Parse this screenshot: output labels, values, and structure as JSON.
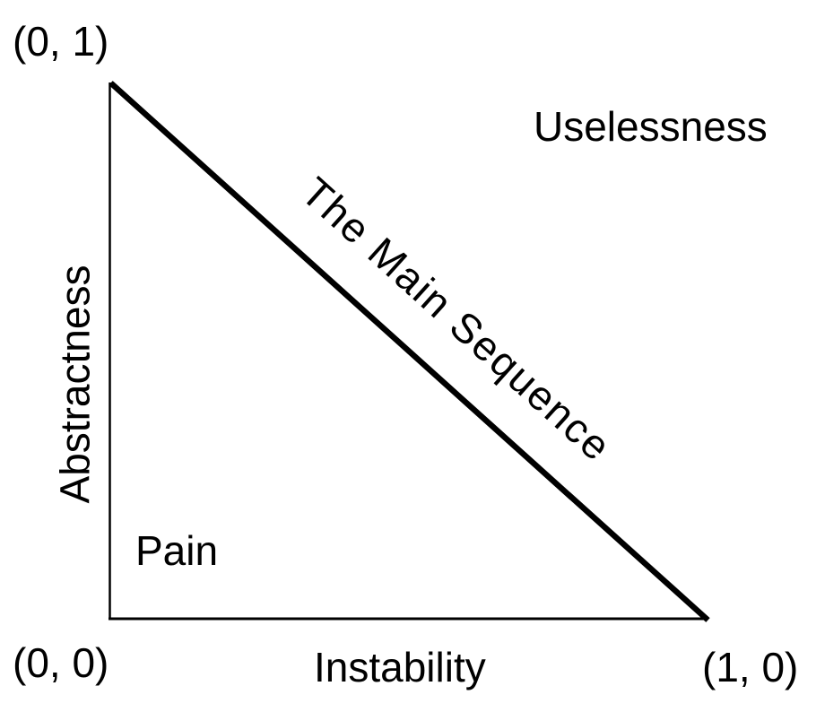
{
  "diagram": {
    "background_color": "#ffffff",
    "line_color": "#000000",
    "text_color": "#000000",
    "corner_labels": {
      "top_left": "(0, 1)",
      "bottom_left": "(0, 0)",
      "bottom_right": "(1, 0)"
    },
    "axis_labels": {
      "y": "Abstractness",
      "x": "Instability"
    },
    "region_labels": {
      "upper_right": "Uselessness",
      "lower_left": "Pain"
    },
    "main_sequence_label": "The Main Sequence",
    "axis_range": {
      "x_min": 0,
      "x_max": 1,
      "y_min": 0,
      "y_max": 1
    }
  }
}
